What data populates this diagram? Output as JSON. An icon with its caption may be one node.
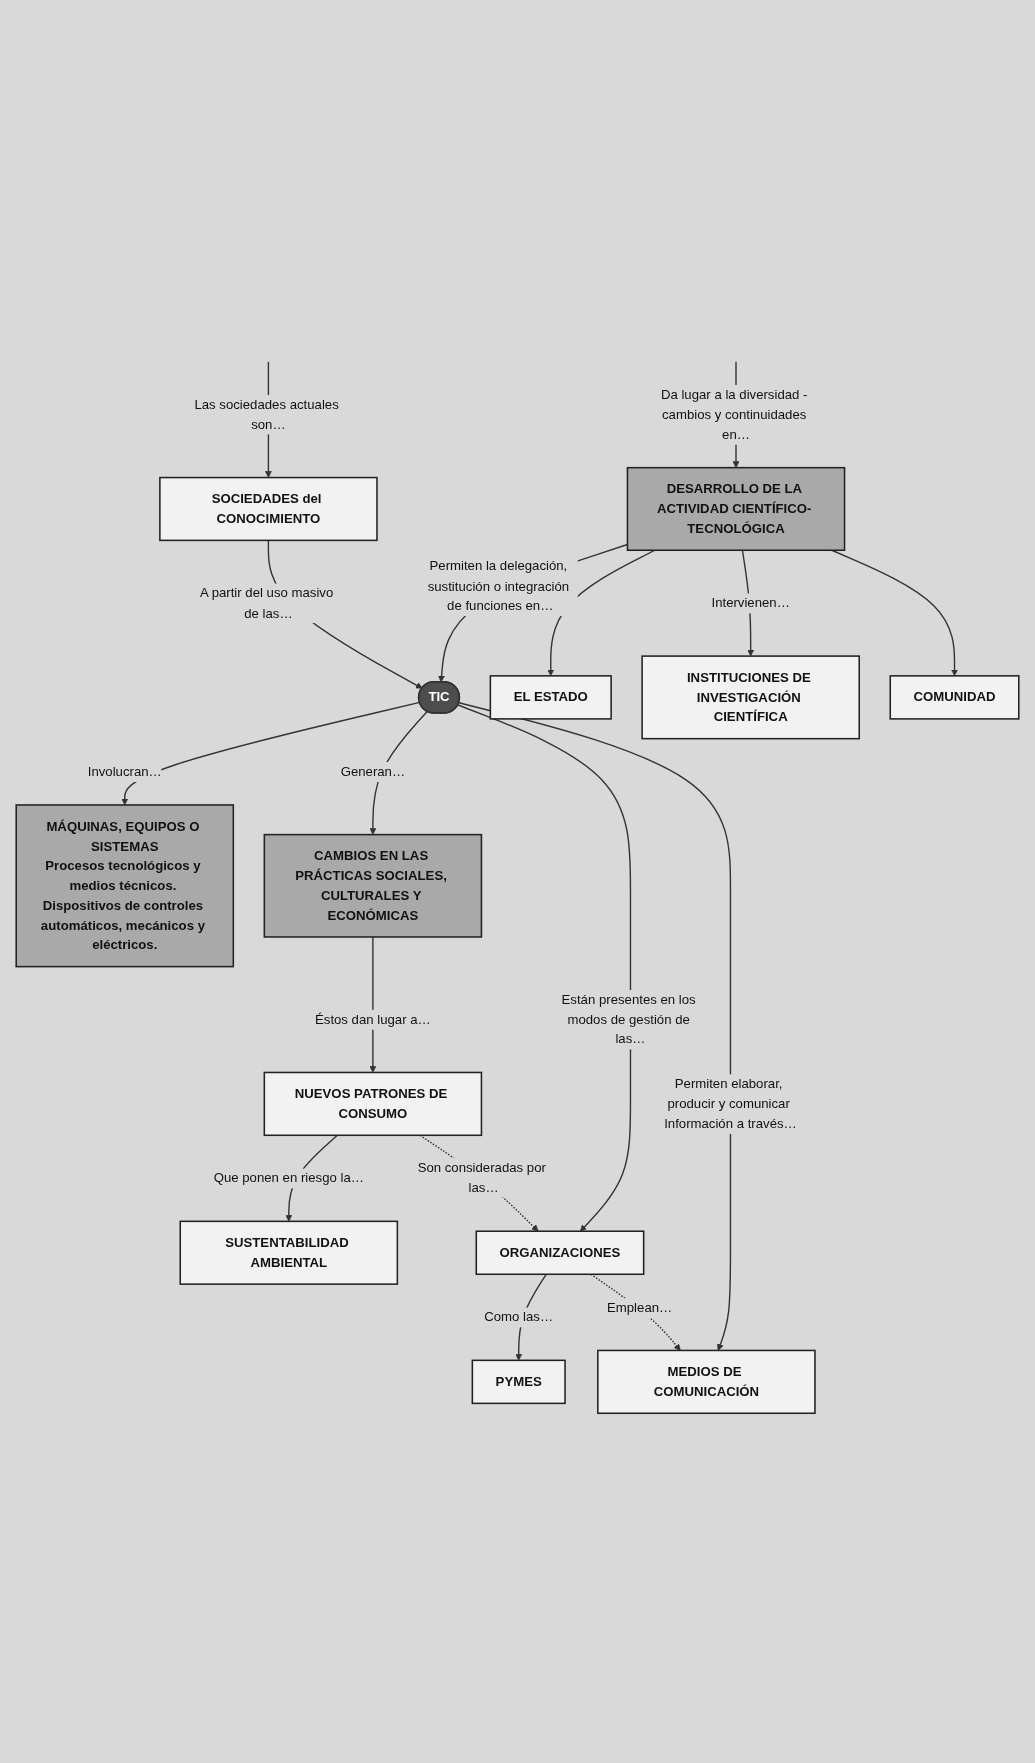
{
  "diagram": {
    "nodes": [
      {
        "text": [
          "SOCIEDADES del CONOCIMIENTO"
        ]
      },
      {
        "text": [
          "DESARROLLO DE LA ACTIVIDAD CIENTÍFICO- TECNOLÓGICA"
        ]
      },
      {
        "text": [
          "TIC"
        ]
      },
      {
        "text": [
          "CAMBIOS EN LAS PRÁCTICAS SOCIALES, CULTURALES Y ECONÓMICAS"
        ]
      },
      {
        "text": [
          "EL ESTADO"
        ]
      },
      {
        "text": [
          "INSTITUCIONES DE INVESTIGACIÓN CIENTÍFICA"
        ]
      },
      {
        "text": [
          "COMUNIDAD"
        ]
      },
      {
        "text": [
          "MÁQUINAS, EQUIPOS O SISTEMAS",
          "Procesos tecnológicos y medios técnicos. Dispositivos de controles automáticos, mecánicos y eléctricos."
        ]
      },
      {
        "text": [
          "NUEVOS PATRONES DE CONSUMO"
        ]
      },
      {
        "text": [
          "SUSTENTABILIDAD AMBIENTAL"
        ]
      },
      {
        "text": [
          "ORGANIZACIONES"
        ]
      },
      {
        "text": [
          "PYMES"
        ]
      },
      {
        "text": [
          "MEDIOS DE COMUNICACIÓN"
        ]
      }
    ],
    "edges": [
      {
        "from": null,
        "to": 0,
        "arrow": "to",
        "label": "Las sociedades actuales son…"
      },
      {
        "from": null,
        "to": 1,
        "arrow": "to",
        "label": "Da lugar a la diversidad - cambios y continuidades en…"
      },
      {
        "from": 0,
        "to": 2,
        "arrow": "to",
        "label": "A partir del uso masivo de las…"
      },
      {
        "from": 1,
        "to": 2,
        "arrow": "to",
        "label": "Permiten la delegación, sustitución o integración de funciones en…"
      },
      {
        "from": 1,
        "to": 4,
        "arrow": "to"
      },
      {
        "from": 1,
        "to": 5,
        "arrow": "to",
        "label": "Intervienen…"
      },
      {
        "from": 1,
        "to": 6,
        "arrow": "to"
      },
      {
        "from": 2,
        "to": 7,
        "arrow": "to",
        "label": "Involucran…"
      },
      {
        "from": 2,
        "to": 3,
        "arrow": "to",
        "label": "Generan…"
      },
      {
        "from": 2,
        "to": 10,
        "arrow": "to",
        "label": "Están presentes en los modos de gestión de las…"
      },
      {
        "from": 2,
        "to": 12,
        "arrow": "to",
        "label": "Permiten elaborar, producir y comunicar Información a través…"
      },
      {
        "from": 3,
        "to": 8,
        "arrow": "to",
        "label": "Éstos dan lugar a…"
      },
      {
        "from": 8,
        "to": 9,
        "arrow": "to",
        "label": "Que ponen en riesgo la…"
      },
      {
        "from": 8,
        "to": 10,
        "arrow": "to",
        "style": "dashed",
        "label": "Son consideradas por las…"
      },
      {
        "from": 10,
        "to": 11,
        "arrow": "to",
        "label": "Como las…"
      },
      {
        "from": 10,
        "to": 12,
        "arrow": "to",
        "style": "dashed",
        "label": "Emplean…"
      }
    ]
  }
}
